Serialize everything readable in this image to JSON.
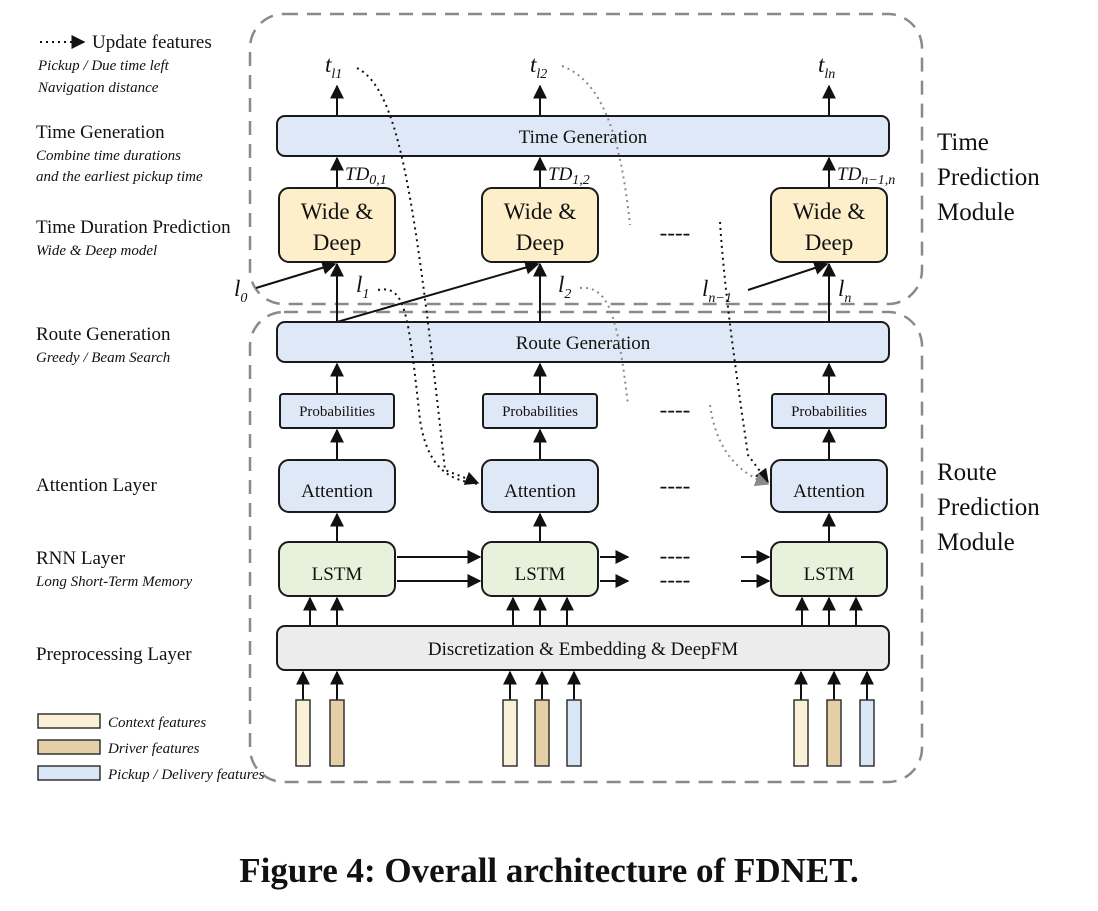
{
  "legend": {
    "update_features": "Update features",
    "update_sub_1": "Pickup / Due time left",
    "update_sub_2": "Navigation distance",
    "context_features": "Context features",
    "driver_features": "Driver features",
    "pickup_delivery_features": "Pickup / Delivery features"
  },
  "layers": {
    "time_generation": {
      "title": "Time Generation",
      "sub_1": "Combine time durations",
      "sub_2": "and the earliest pickup time"
    },
    "time_duration_prediction": {
      "title": "Time Duration Prediction",
      "sub_1": "Wide & Deep model"
    },
    "route_generation": {
      "title": "Route Generation",
      "sub_1": "Greedy / Beam Search"
    },
    "attention_layer": {
      "title": "Attention Layer"
    },
    "rnn_layer": {
      "title": "RNN Layer",
      "sub_1": "Long Short-Term Memory"
    },
    "preprocessing_layer": {
      "title": "Preprocessing Layer"
    }
  },
  "modules": {
    "time_prediction": [
      "Time",
      "Prediction",
      "Module"
    ],
    "route_prediction": [
      "Route",
      "Prediction",
      "Module"
    ]
  },
  "blocks": {
    "time_generation": "Time Generation",
    "wide_deep_line1": "Wide &",
    "wide_deep_line2": "Deep",
    "route_generation": "Route Generation",
    "probabilities": "Probabilities",
    "attention": "Attention",
    "lstm": "LSTM",
    "preprocessing": "Discretization & Embedding & DeepFM"
  },
  "math": {
    "t": "t",
    "l": "l",
    "TD": "TD",
    "t_sub": [
      "l1",
      "l2",
      "ln"
    ],
    "td_sub": [
      "0,1",
      "1,2",
      "n−1,n"
    ],
    "l_sub": [
      "0",
      "1",
      "2",
      "n−1",
      "n"
    ]
  },
  "ellipsis": "----",
  "caption": "Figure 4: Overall architecture of FDNET."
}
